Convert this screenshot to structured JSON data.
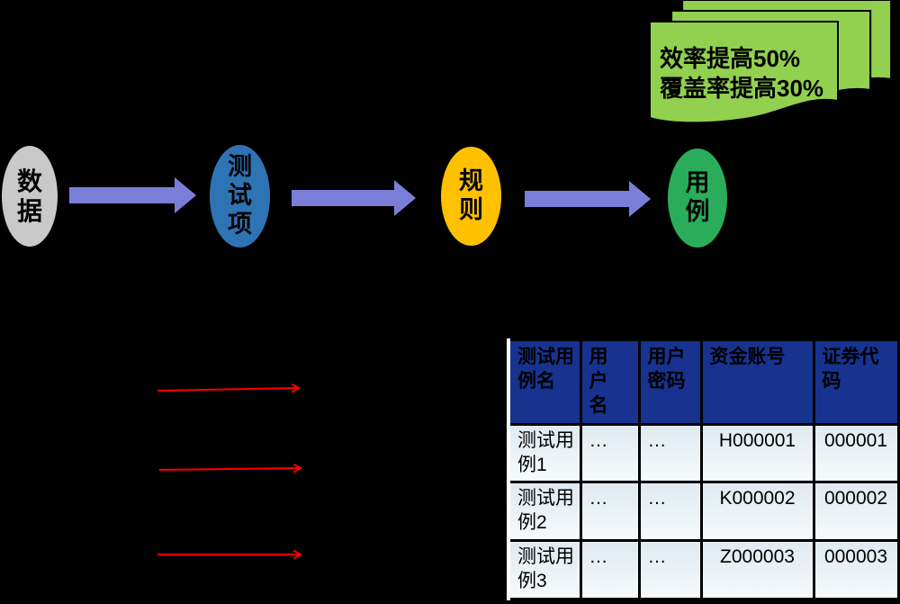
{
  "note": {
    "lines": [
      "效率提高50%",
      "覆盖率提高30%"
    ],
    "card_color": "#92D050",
    "card_count": 3
  },
  "flowchart": {
    "arrow_color": "#7B7ED9",
    "nodes": [
      {
        "label": "数据",
        "color": "#C9C9C9"
      },
      {
        "label": "测试项",
        "color": "#2E74B5"
      },
      {
        "label": "规则",
        "color": "#FFC000"
      },
      {
        "label": "用例",
        "color": "#2AAD5A"
      }
    ]
  },
  "annotation_arrows": {
    "color": "#FF0000",
    "count": 3
  },
  "table": {
    "header_bg": "#17338F",
    "body_bg": "#EAF2F6",
    "headers": [
      "测试用\n例名",
      "用\n户\n名",
      "用户\n密码",
      "资金账号",
      "证券代\n码"
    ],
    "rows": [
      {
        "name": "测试用\n例1",
        "user": "…",
        "password": "…",
        "fund_account": "H000001",
        "stock_code": "000001"
      },
      {
        "name": "测试用\n例2",
        "user": "…",
        "password": "…",
        "fund_account": "K000002",
        "stock_code": "000002"
      },
      {
        "name": "测试用\n例3",
        "user": "…",
        "password": "…",
        "fund_account": "Z000003",
        "stock_code": "000003"
      }
    ]
  }
}
